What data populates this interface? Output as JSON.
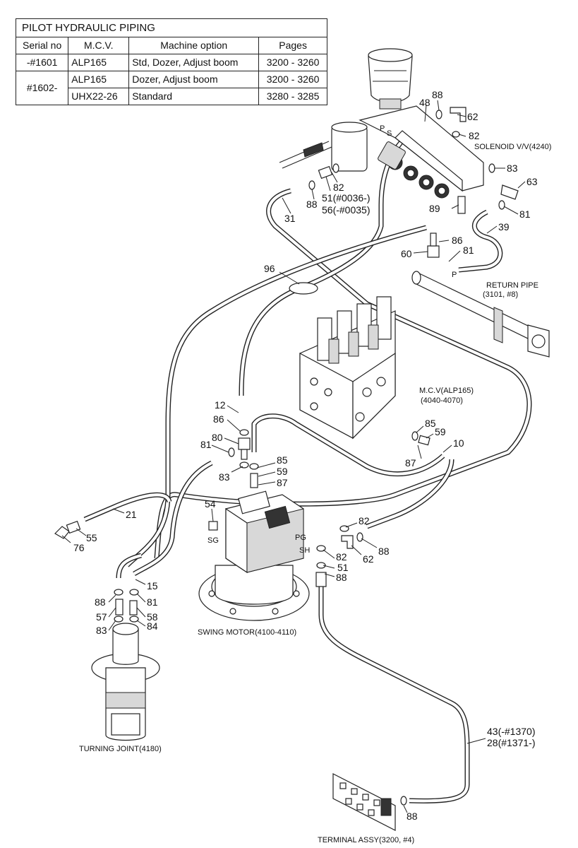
{
  "table": {
    "title": "PILOT HYDRAULIC PIPING",
    "headers": [
      "Serial no",
      "M.C.V.",
      "Machine option",
      "Pages"
    ],
    "rows": [
      {
        "serial": "-#1601",
        "mcv": "ALP165",
        "option": "Std, Dozer, Adjust boom",
        "pages": "3200 - 3260"
      },
      {
        "serial": "#1602-",
        "mcv": "ALP165",
        "option": "Dozer, Adjust boom",
        "pages": "3200 - 3260"
      },
      {
        "serial": "",
        "mcv": "UHX22-26",
        "option": "Standard",
        "pages": "3280 - 3285"
      }
    ]
  },
  "callouts": {
    "c88a": "88",
    "c48": "48",
    "c62a": "62",
    "c82a": "82",
    "c83a": "83",
    "c63": "63",
    "c82b": "82",
    "c88b": "88",
    "c51": "51(#0036-)",
    "c56": "56(-#0035)",
    "c31": "31",
    "c89": "89",
    "c81a": "81",
    "c39": "39",
    "c86a": "86",
    "c60": "60",
    "c81b": "81",
    "c96": "96",
    "c12": "12",
    "c86b": "86",
    "c80": "80",
    "c81c": "81",
    "c83b": "83",
    "c85a": "85",
    "c59a": "59",
    "c87a": "87",
    "c10": "10",
    "c85b": "85",
    "c59b": "59",
    "c87b": "87",
    "c21": "21",
    "c54": "54",
    "c55": "55",
    "c76": "76",
    "c82c": "82",
    "c62b": "62",
    "c88c": "88",
    "c82d": "82",
    "c51b": "51",
    "c88d": "88",
    "c15": "15",
    "c88e": "88",
    "c81d": "81",
    "c57": "57",
    "c58": "58",
    "c83c": "83",
    "c84": "84",
    "c43": "43(-#1370)",
    "c28": "28(#1371-)",
    "c88f": "88"
  },
  "component_labels": {
    "solenoid": "SOLENOID V/V(4240)",
    "return_pipe_1": "RETURN PIPE",
    "return_pipe_2": "(3101, #8)",
    "mcv_1": "M.C.V(ALP165)",
    "mcv_2": "(4040-4070)",
    "swing_motor": "SWING MOTOR(4100-4110)",
    "turning_joint": "TURNING JOINT(4180)",
    "terminal_assy": "TERMINAL ASSY(3200, #4)"
  },
  "port_marks": {
    "p_sol": "P",
    "s_sol": "S",
    "p_ret": "P",
    "sg": "SG",
    "pg": "PG",
    "sh": "SH"
  }
}
